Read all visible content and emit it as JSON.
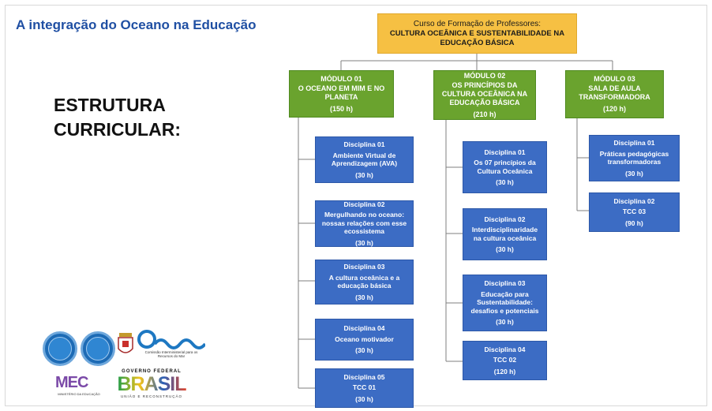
{
  "slide": {
    "title": "A integração do Oceano na Educação",
    "section_heading_line1": "ESTRUTURA",
    "section_heading_line2": "CURRICULAR:"
  },
  "course": {
    "line1": "Curso de Formação de Professores:",
    "line2": "CULTURA OCEÂNICA E SUSTENTABILIDADE NA EDUCAÇÃO BÁSICA"
  },
  "modules": [
    {
      "title": "MÓDULO 01",
      "name": "O OCEANO EM MIM E NO PLANETA",
      "hours": "(150 h)",
      "disciplines": [
        {
          "title": "Disciplina 01",
          "name": "Ambiente Virtual de Aprendizagem (AVA)",
          "hours": "(30 h)"
        },
        {
          "title": "Disciplina 02",
          "name": "Mergulhando no oceano: nossas relações com esse ecossistema",
          "hours": "(30 h)"
        },
        {
          "title": "Disciplina 03",
          "name": "A cultura oceânica e a educação básica",
          "hours": "(30 h)"
        },
        {
          "title": "Disciplina 04",
          "name": "Oceano motivador",
          "hours": "(30 h)"
        },
        {
          "title": "Disciplina 05",
          "name": "TCC 01",
          "hours": "(30 h)"
        }
      ]
    },
    {
      "title": "MÓDULO 02",
      "name": "OS PRINCÍPIOS DA CULTURA OCEÂNICA NA EDUCAÇÃO BÁSICA",
      "hours": "(210 h)",
      "disciplines": [
        {
          "title": "Disciplina 01",
          "name": "Os 07 princípios da Cultura Oceânica",
          "hours": "(30 h)"
        },
        {
          "title": "Disciplina 02",
          "name": "Interdisciplinaridade na cultura oceânica",
          "hours": "(30 h)"
        },
        {
          "title": "Disciplina 03",
          "name": "Educação para Sustentabilidade: desafios e potenciais",
          "hours": "(30 h)"
        },
        {
          "title": "Disciplina 04",
          "name": "TCC 02",
          "hours": "(120 h)"
        }
      ]
    },
    {
      "title": "MÓDULO 03",
      "name": "SALA DE AULA TRANSFORMADORA",
      "hours": "(120 h)",
      "disciplines": [
        {
          "title": "Disciplina 01",
          "name": "Práticas pedagógicas transformadoras",
          "hours": "(30 h)"
        },
        {
          "title": "Disciplina 02",
          "name": "TCC 03",
          "hours": "(90 h)"
        }
      ]
    }
  ],
  "logos": {
    "cirm_caption": "Comissão Interministerial para os Recursos do Mar",
    "mec_word": "MEC",
    "mec_caption": "MINISTÉRIO DA EDUCAÇÃO",
    "gov_top": "GOVERNO FEDERAL",
    "gov_word": "BRASIL",
    "gov_caption": "UNIÃO E RECONSTRUÇÃO"
  },
  "colors": {
    "title": "#1f4fa3",
    "course_box": "#f6c043",
    "module_box": "#6aa32e",
    "discipline_box": "#3c6cc4",
    "connector": "#7f7f7f"
  }
}
